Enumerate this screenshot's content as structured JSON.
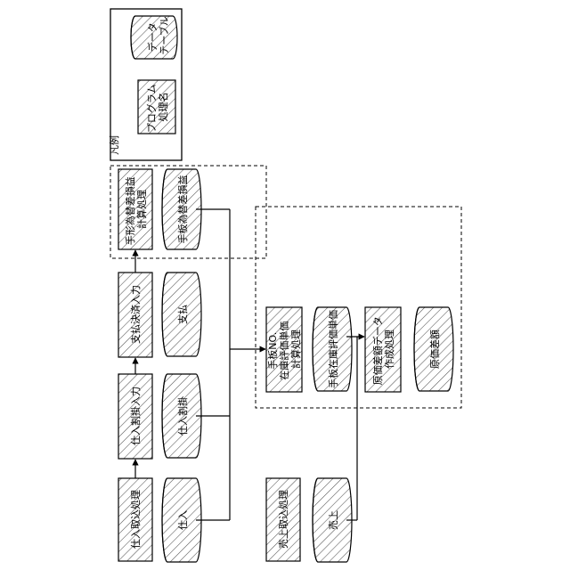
{
  "legend": {
    "title": "凡例",
    "data_table": [
      "データ",
      "テーブル"
    ],
    "program": [
      "プログラム",
      "処理名"
    ]
  },
  "processes": {
    "purchase_capture": [
      "仕入取込処理"
    ],
    "purchase_discount_input": [
      "仕入割掛入力"
    ],
    "payment_settle_input": [
      "支払決済入力"
    ],
    "fx_calc": [
      "手形為替差損益",
      "計算処理"
    ],
    "sales_capture": [
      "売上取込処理"
    ],
    "inventory_calc": [
      "手板NO.",
      "在庫評価単価",
      "計算処理"
    ],
    "cost_data_create": [
      "原価差額データ",
      "作成処理"
    ]
  },
  "tables": {
    "purchase": "仕入",
    "purchase_discount": "仕入割掛",
    "payment": "支払",
    "fx_pl": "手板為替差損益",
    "sales": "売上",
    "inventory_price": "手板在庫評価単価",
    "cost_diff": "原価差額"
  }
}
